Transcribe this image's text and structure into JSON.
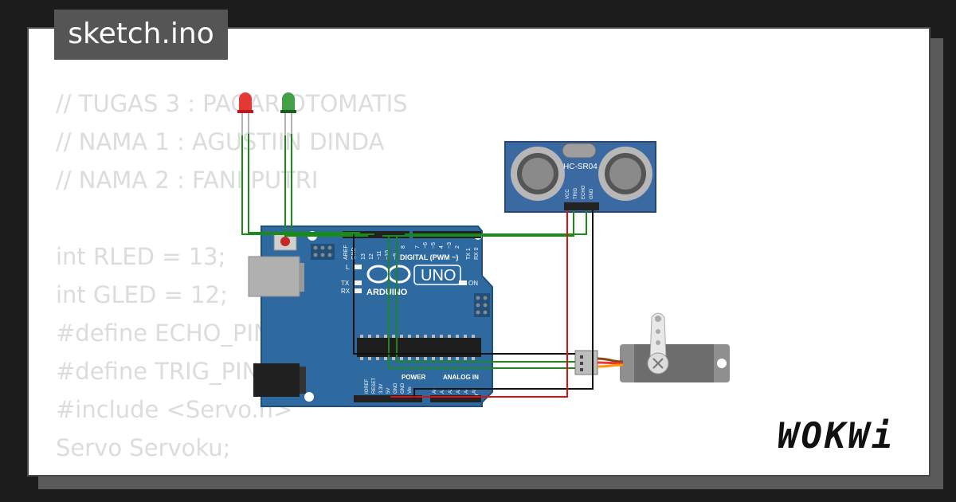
{
  "file_tab": {
    "label": "sketch.ino"
  },
  "code_lines": [
    "// TUGAS 3 : PAGAR OTOMATIS",
    "// NAMA 1 : AGUSTIIN DINDA",
    "// NAMA 2 : FANI PUTRI",
    "",
    "int RLED = 13;",
    "int GLED = 12;",
    "#define ECHO_PIN",
    "#define TRIG_PIN",
    "#include <Servo.h>",
    "Servo Servoku;"
  ],
  "components": {
    "sensor_label": "HC-SR04",
    "sensor_pins": [
      "VCC",
      "TRIG",
      "ECHO",
      "GND"
    ],
    "board": {
      "model": "UNO",
      "brand": "ARDUINO",
      "digital_header": "DIGITAL (PWM ~)",
      "power_header": "POWER",
      "analog_header": "ANALOG IN",
      "on_label": "ON",
      "l_label": "L",
      "tx_label": "TX",
      "rx_label": "RX",
      "aref_label": "AREF",
      "gnd_label": "GND",
      "digital_pins": [
        "13",
        "12",
        "~11",
        "~10",
        "~9",
        "8",
        "7",
        "~6",
        "~5",
        "4",
        "~3",
        "2",
        "TX 1",
        "RX 0"
      ],
      "power_pins": [
        "IOREF",
        "RESET",
        "3.3V",
        "5V",
        "GND",
        "GND",
        "Vin"
      ],
      "analog_pins": [
        "A0",
        "A1",
        "A2",
        "A3",
        "A4",
        "A5"
      ]
    },
    "led_colors": {
      "red": "#e53935",
      "green": "#43a047"
    },
    "wire_colors": {
      "signal": "#1a8a1a",
      "power": "#e01010",
      "ground": "#111111"
    }
  },
  "brand_logo": "WOKWi"
}
